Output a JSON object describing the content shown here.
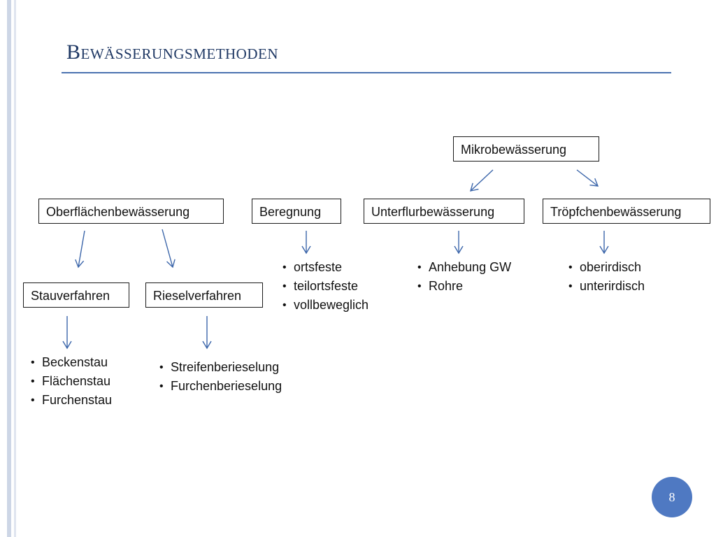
{
  "slide": {
    "title": "Bewässerungsmethoden",
    "page_number": "8",
    "accent_color": "#4a72b0",
    "badge_color": "#4f79c2"
  },
  "diagram": {
    "nodes": {
      "mikro": "Mikrobewässerung",
      "oberflaeche": "Oberflächenbewässerung",
      "beregnung": "Beregnung",
      "unterflur": "Unterflurbewässerung",
      "troepfchen": "Tröpfchenbewässerung",
      "stau": "Stauverfahren",
      "riesel": "Rieselverfahren"
    },
    "lists": {
      "beregnung": [
        "ortsfeste",
        "teilortsfeste",
        "vollbeweglich"
      ],
      "unterflur": [
        "Anhebung GW",
        "Rohre"
      ],
      "troepfchen": [
        "oberirdisch",
        "unterirdisch"
      ],
      "stau": [
        "Beckenstau",
        "Flächenstau",
        "Furchenstau"
      ],
      "riesel": [
        "Streifenberieselung",
        "Furchenberieselung"
      ]
    }
  }
}
